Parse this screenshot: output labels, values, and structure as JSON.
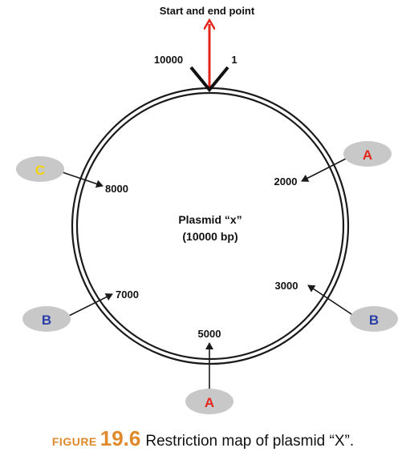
{
  "colors": {
    "circle": "#1a1a1a",
    "arrow_red": "#e3271d",
    "oval_fill": "#c8c8c8",
    "label_red": "#e3271d",
    "label_blue": "#2c3fa6",
    "label_yellow": "#f4d20a",
    "caption_accent": "#e0892a",
    "text": "#111111"
  },
  "start_label": "Start and end point",
  "tick_left": "10000",
  "tick_right": "1",
  "plasmid": {
    "name": "Plasmid “x”",
    "size": "(10000 bp)"
  },
  "positions": {
    "p2000": "2000",
    "p3000": "3000",
    "p5000": "5000",
    "p7000": "7000",
    "p8000": "8000"
  },
  "enzymes": {
    "c_top_left": "C",
    "a_top_right": "A",
    "b_bottom_left": "B",
    "b_bottom_right": "B",
    "a_bottom": "A"
  },
  "caption": {
    "figure_word": "FIGURE",
    "figure_number": "19.6",
    "text": "Restriction map of plasmid “X”."
  }
}
